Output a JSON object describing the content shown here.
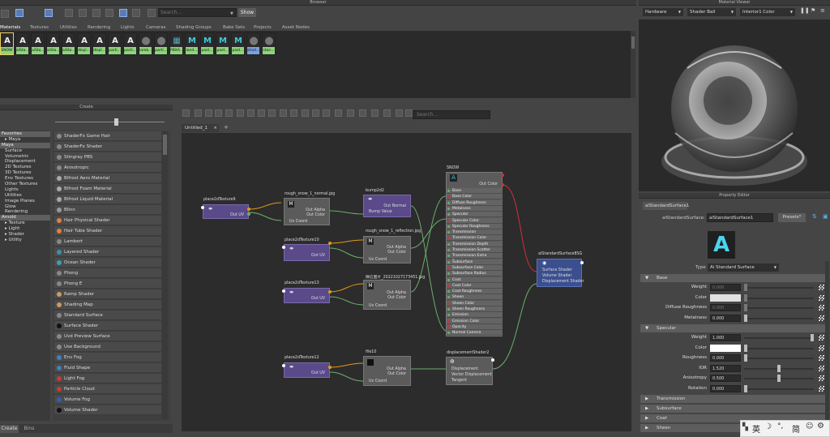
{
  "browser": {
    "title": "Browser",
    "search_placeholder": "Search...",
    "show_label": "Show",
    "tabs": [
      "Materials",
      "Textures",
      "Utilities",
      "Rendering",
      "Lights",
      "Cameras",
      "Shading Groups",
      "Bake Sets",
      "Projects",
      "Asset Nodes"
    ],
    "swatches": [
      "SNOW",
      "aiSta...",
      "aiSta...",
      "aiSta...",
      "aiSta...",
      "displ...",
      "displ...",
      "parti...",
      "parti...",
      "lamb...",
      "parti...",
      "PBXA...",
      "land...",
      "past...",
      "past...",
      "past...",
      "shad...",
      "stan..."
    ]
  },
  "material_viewer": {
    "title": "Material Viewer",
    "renderer": "Hardware",
    "shape": "Shader Ball",
    "env": "Interior1 Color"
  },
  "create": {
    "title": "Create",
    "tree": [
      {
        "label": "Favorites",
        "header": true
      },
      {
        "label": "Maya",
        "indent": 1
      },
      {
        "label": "Maya",
        "header": true
      },
      {
        "label": "Surface",
        "indent": 1
      },
      {
        "label": "Volumetric",
        "indent": 1
      },
      {
        "label": "Displacement",
        "indent": 1
      },
      {
        "label": "2D Textures",
        "indent": 1
      },
      {
        "label": "3D Textures",
        "indent": 1
      },
      {
        "label": "Env Textures",
        "indent": 1
      },
      {
        "label": "Other Textures",
        "indent": 1
      },
      {
        "label": "Lights",
        "indent": 1
      },
      {
        "label": "Utilities",
        "indent": 1
      },
      {
        "label": "Image Planes",
        "indent": 1
      },
      {
        "label": "Glow",
        "indent": 1
      },
      {
        "label": "Rendering",
        "indent": 1
      },
      {
        "label": "Arnold",
        "header": true
      },
      {
        "label": "Texture",
        "indent": 1
      },
      {
        "label": "Light",
        "indent": 1
      },
      {
        "label": "Shader",
        "indent": 1
      },
      {
        "label": "Utility",
        "indent": 1
      }
    ],
    "shaders": [
      "ShaderFx Game Hair",
      "ShaderFx Shader",
      "Stingray PBS",
      "Anisotropic",
      "Bifrost Aero Material",
      "Bifrost Foam Material",
      "Bifrost Liquid Material",
      "Blinn",
      "Hair Physical Shader",
      "Hair Tube Shader",
      "Lambert",
      "Layered Shader",
      "Ocean Shader",
      "Phong",
      "Phong E",
      "Ramp Shader",
      "Shading Map",
      "Standard Surface",
      "Surface Shader",
      "Uvd Preview Surface",
      "Use Background",
      "Env Fog",
      "Fluid Shape",
      "Light Fog",
      "Particle Cloud",
      "Volume Fog",
      "Volume Shader"
    ],
    "bottom_tabs": [
      "Create",
      "Bins"
    ]
  },
  "node_editor": {
    "search_placeholder": "Search...",
    "tab": "Untitled_1",
    "tab_close": "×",
    "tab_add": "+",
    "nodes": {
      "p9": "place2dTexture9",
      "p10": "place2dTexture10",
      "p13": "place2dTexture13",
      "p12": "place2dTexture12",
      "n_normal": "rough_snow_1_normal.jpg",
      "n_refl": "rough_snow_1_reflection.jpg",
      "n_img": "微信图片_20221027173451.jpg",
      "file10": "file10",
      "bump": "bump2d2",
      "snow": "SNOW",
      "disp": "displacementShader2",
      "sg": "aiStandardSurface8SG"
    },
    "labels": {
      "out_uv": "Out UV",
      "uv_coord": "Uv Coord",
      "out_alpha": "Out Alpha",
      "out_color": "Out Color",
      "out_normal": "Out Normal",
      "bump_value": "Bump Value",
      "displacement": "Displacement",
      "vector_disp": "Vector Displacement",
      "tangent": "Tangent",
      "surface_shader": "Surface Shader",
      "volume_shader": "Volume Shader",
      "displacement_shader": "Displacement Shader"
    },
    "snow_attrs": [
      "Base",
      "Base Color",
      "Diffuse Roughness",
      "Metalness",
      "Specular",
      "Specular Color",
      "Specular Roughness",
      "Transmission",
      "Transmission Color",
      "Transmission Depth",
      "Transmission Scatter",
      "Transmission Extra Roughness",
      "Subsurface",
      "Subsurface Color",
      "Subsurface Radius",
      "Coat",
      "Coat Color",
      "Coat Roughness",
      "Sheen",
      "Sheen Color",
      "Sheen Roughness",
      "Emission",
      "Emission Color",
      "Opacity",
      "Normal Camera"
    ]
  },
  "property_editor": {
    "title": "Property Editor",
    "node_tab": "aiStandardSurface1",
    "type_label": "aiStandardSurface:",
    "node_name": "aiStandardSurface1",
    "presets": "Presets*",
    "type_field_label": "Type",
    "type_value": "Ai Standard Surface",
    "sections": {
      "base": "Base",
      "specular": "Specular",
      "transmission": "Transmission",
      "subsurface": "Subsurface",
      "coat": "Coat",
      "sheen": "Sheen"
    },
    "base_rows": [
      {
        "label": "Weight",
        "value": "0.000",
        "dim": true
      },
      {
        "label": "Color",
        "value": "",
        "dim": true,
        "color": true
      },
      {
        "label": "Diffuse Roughness",
        "value": "0.000",
        "dim": true
      },
      {
        "label": "Metalness",
        "value": "0.000",
        "dim": false
      }
    ],
    "spec_rows": [
      {
        "label": "Weight",
        "value": "1.000",
        "knob": 1.0
      },
      {
        "label": "Color",
        "value": "",
        "color": true
      },
      {
        "label": "Roughness",
        "value": "0.000",
        "knob": 0.0
      },
      {
        "label": "IOR",
        "value": "1.520",
        "knob": 0.5
      },
      {
        "label": "Anisotropy",
        "value": "0.500",
        "knob": 0.5
      },
      {
        "label": "Rotation",
        "value": "0.000",
        "knob": 0.0
      }
    ]
  },
  "ime": {
    "lang": "英",
    "moon": "☽",
    "punct": "°,",
    "simp": "简"
  }
}
